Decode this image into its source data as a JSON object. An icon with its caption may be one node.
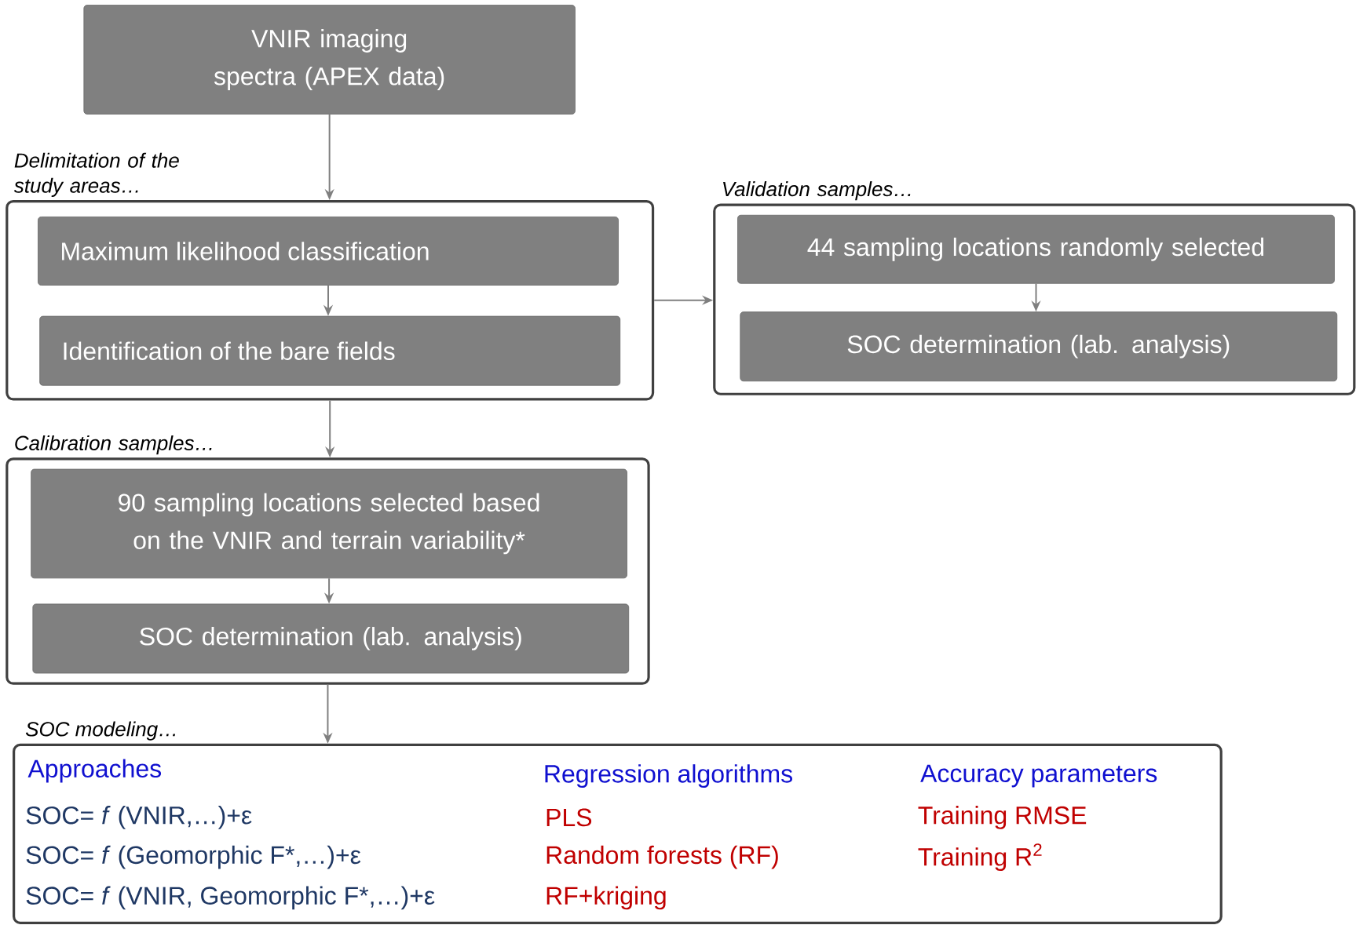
{
  "diagram": {
    "nodes": [
      {
        "text": [
          "VNIR imaging spectra (APEX data)"
        ]
      },
      {
        "text": [
          "Delimitation of the study areas…"
        ]
      },
      {
        "text": [
          "Maximum likelihood classification"
        ],
        "in": 1
      },
      {
        "text": [
          "Identification of the bare fields"
        ],
        "in": 1
      },
      {
        "text": [
          "Validation samples…"
        ]
      },
      {
        "text": [
          "44 sampling locations randomly selected"
        ],
        "in": 4
      },
      {
        "text": [
          "SOC determination (lab. analysis)"
        ],
        "in": 4
      },
      {
        "text": [
          "Calibration samples…"
        ]
      },
      {
        "text": [
          "90 sampling locations selected based on the VNIR and terrain variability*"
        ],
        "in": 7
      },
      {
        "text": [
          "SOC determination (lab. analysis)"
        ],
        "in": 7
      },
      {
        "text": [
          "SOC modeling…",
          "Approaches",
          "SOC= *f* (VNIR,…)+ε",
          "SOC= *f* (Geomorphic F*,…)+ε",
          "SOC= *f* (VNIR, Geomorphic F*,…)+ε",
          "Regression algorithms",
          "PLS",
          "Random forests (RF)",
          "RF+kriging",
          "Accuracy parameters",
          "Training RMSE",
          "Training R$^{2}$"
        ]
      }
    ],
    "edges": [
      {
        "from": 0,
        "to": 1,
        "arrow": "to"
      },
      {
        "from": 2,
        "to": 3,
        "arrow": "to"
      },
      {
        "from": 1,
        "to": 4,
        "arrow": "to"
      },
      {
        "from": 5,
        "to": 6,
        "arrow": "to"
      },
      {
        "from": 1,
        "to": 7,
        "arrow": "to"
      },
      {
        "from": 8,
        "to": 9,
        "arrow": "to"
      },
      {
        "from": 7,
        "to": 10,
        "arrow": "to"
      }
    ]
  }
}
